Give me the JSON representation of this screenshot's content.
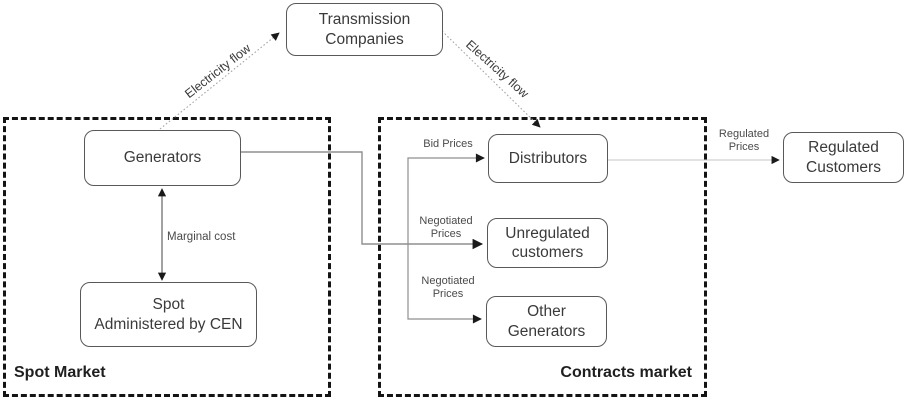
{
  "nodes": {
    "transmission": {
      "lines": [
        "Transmission",
        "Companies"
      ]
    },
    "generators": {
      "lines": [
        "Generators"
      ]
    },
    "spot": {
      "lines": [
        "Spot",
        "Administered by CEN"
      ]
    },
    "distributors": {
      "lines": [
        "Distributors"
      ]
    },
    "unregulated": {
      "lines": [
        "Unregulated",
        "customers"
      ]
    },
    "other_generators": {
      "lines": [
        "Other",
        "Generators"
      ]
    },
    "regulated_customers": {
      "lines": [
        "Regulated",
        "Customers"
      ]
    }
  },
  "groups": {
    "spot_market": {
      "label": "Spot Market"
    },
    "contracts_market": {
      "label": "Contracts market"
    }
  },
  "edge_labels": {
    "electricity_flow_left": "Electricity flow",
    "electricity_flow_right": "Electricity flow",
    "marginal_cost": "Marginal cost",
    "bid_prices": {
      "lines": [
        "Bid Prices"
      ]
    },
    "negotiated_prices_unregulated": {
      "lines": [
        "Negotiated",
        "Prices"
      ]
    },
    "negotiated_prices_other": {
      "lines": [
        "Negotiated",
        "Prices"
      ]
    },
    "regulated_prices": {
      "lines": [
        "Regulated",
        "Prices"
      ]
    }
  },
  "colors": {
    "box_border": "#595959",
    "dashed_border": "#141414",
    "wire": "#8f8f8f",
    "wire_light": "#c4c4c4",
    "dotted_wire": "#a6a6a6",
    "arrowhead": "#1a1a1a",
    "text": "#3a3a3a"
  }
}
